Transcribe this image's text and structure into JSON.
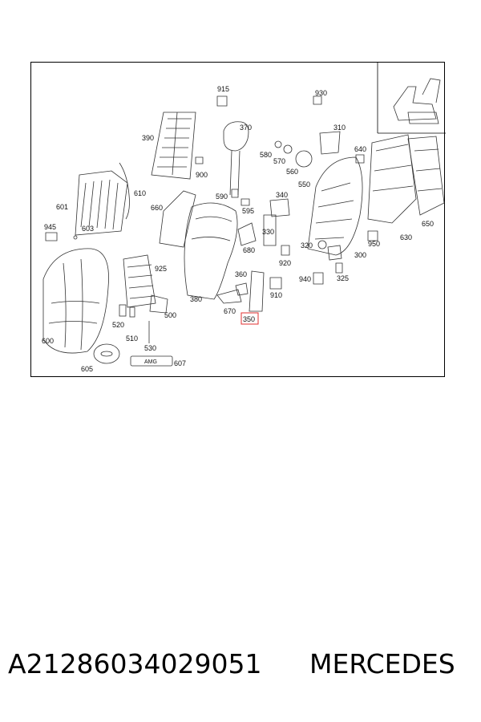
{
  "diagram": {
    "callouts": [
      "915",
      "370",
      "390",
      "900",
      "930",
      "310",
      "580",
      "570",
      "560",
      "640",
      "660",
      "610",
      "590",
      "595",
      "340",
      "550",
      "601",
      "603",
      "945",
      "650",
      "630",
      "950",
      "320",
      "300",
      "680",
      "330",
      "920",
      "925",
      "360",
      "940",
      "325",
      "910",
      "380",
      "670",
      "500",
      "350",
      "520",
      "510",
      "530",
      "600",
      "605",
      "607"
    ],
    "highlighted_callout": "350",
    "highlight_color": "#e03030",
    "badge_text": "AMG"
  },
  "footer": {
    "part_number": "A21286034029051",
    "brand": "MERCEDES"
  }
}
